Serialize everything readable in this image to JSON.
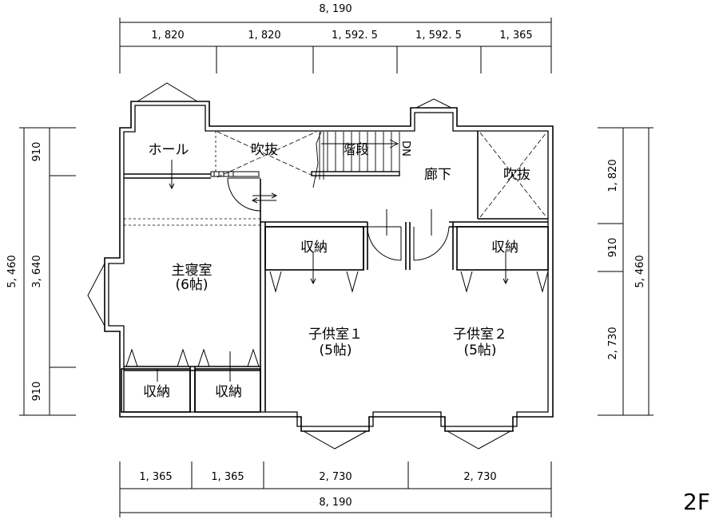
{
  "floor_label": "2F",
  "dimensions": {
    "top_total": "8, 190",
    "top_segments": [
      "1, 820",
      "1, 820",
      "1, 592. 5",
      "1, 592. 5",
      "1, 365"
    ],
    "bottom_total": "8, 190",
    "bottom_segments": [
      "1, 365",
      "1, 365",
      "2, 730",
      "2, 730"
    ],
    "left_total": "5, 460",
    "left_segments": [
      "910",
      "3, 640",
      "910"
    ],
    "right_total": "5, 460",
    "right_segments": [
      "1, 820",
      "910",
      "2, 730"
    ]
  },
  "rooms": {
    "hall": "ホール",
    "void_left": "吹抜",
    "stairs": "階段",
    "stairs_dn": "DN",
    "corridor": "廊下",
    "void_right": "吹抜",
    "master_name": "主寝室",
    "master_size": "(6帖)",
    "storage_master_1": "収納",
    "storage_master_2": "収納",
    "storage_child1": "収納",
    "storage_child2": "収納",
    "child1_name": "子供室１",
    "child1_size": "(5帖)",
    "child2_name": "子供室２",
    "child2_size": "(5帖)"
  }
}
